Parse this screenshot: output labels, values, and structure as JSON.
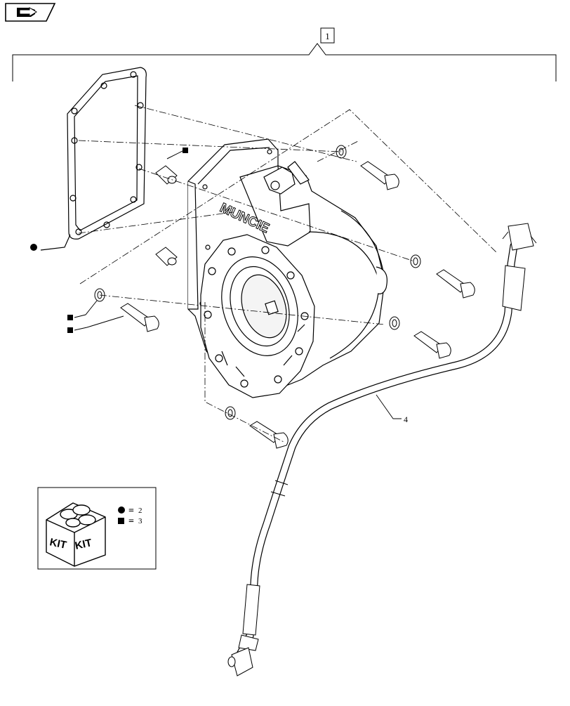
{
  "nav": {
    "icon": "book-arrow-icon"
  },
  "callouts": {
    "assembly": "1",
    "hose": "4"
  },
  "housing": {
    "brand": "MUNCIE"
  },
  "legend": {
    "kit_label": "KIT",
    "items": [
      {
        "symbol": "circle",
        "sign": "=",
        "number": "2"
      },
      {
        "symbol": "square",
        "sign": "=",
        "number": "3"
      }
    ]
  }
}
